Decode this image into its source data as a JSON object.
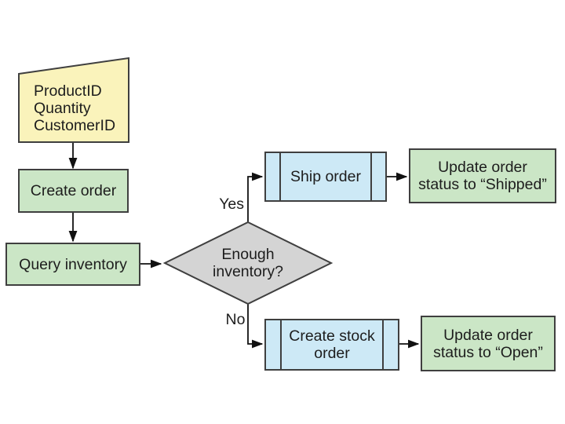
{
  "slide": {
    "background": "#ffffff"
  },
  "colors": {
    "node_border": "#3f3f3f",
    "connector": "#111111",
    "text": "#1d1d1d",
    "manual_input_fill": "#faf3bb",
    "process_fill": "#cbe6c6",
    "predefined_process_fill": "#cde9f6",
    "decision_fill": "#d4d4d4"
  },
  "flowchart": {
    "nodes": [
      {
        "id": "input-data",
        "type": "manual-input",
        "lines": [
          "ProductID",
          "Quantity",
          "CustomerID"
        ],
        "fill": "#faf3bb"
      },
      {
        "id": "create-order",
        "type": "process",
        "lines": [
          "Create order"
        ],
        "fill": "#cbe6c6"
      },
      {
        "id": "query-inventory",
        "type": "process",
        "lines": [
          "Query inventory"
        ],
        "fill": "#cbe6c6"
      },
      {
        "id": "enough-inventory",
        "type": "decision",
        "lines": [
          "Enough",
          "inventory?"
        ],
        "fill": "#d4d4d4"
      },
      {
        "id": "ship-order",
        "type": "predefined-process",
        "lines": [
          "Ship order"
        ],
        "fill": "#cde9f6"
      },
      {
        "id": "update-status-shipped",
        "type": "process",
        "lines": [
          "Update order",
          "status to “Shipped”"
        ],
        "fill": "#cbe6c6"
      },
      {
        "id": "create-stock-order",
        "type": "predefined-process",
        "lines": [
          "Create stock",
          "order"
        ],
        "fill": "#cde9f6"
      },
      {
        "id": "update-status-open",
        "type": "process",
        "lines": [
          "Update order",
          "status to “Open”"
        ],
        "fill": "#cbe6c6"
      }
    ],
    "branch_labels": {
      "yes": "Yes",
      "no": "No"
    }
  }
}
